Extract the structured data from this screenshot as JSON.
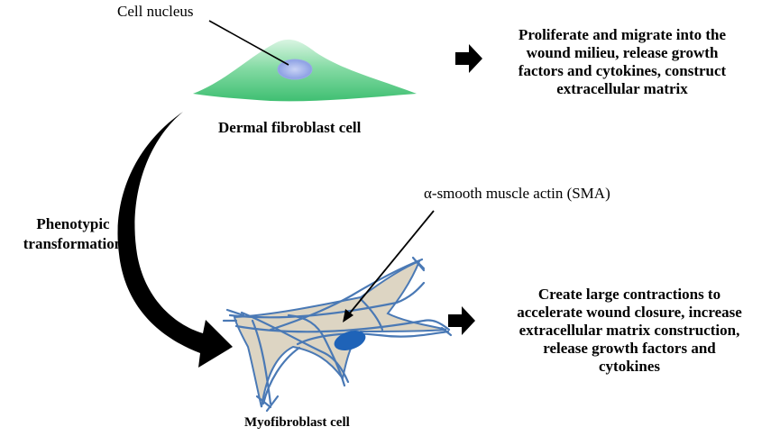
{
  "labels": {
    "cell_nucleus": "Cell nucleus",
    "dermal_fibroblast": "Dermal fibroblast cell",
    "sma": "α-smooth muscle actin (SMA)",
    "phenotypic_line1": "Phenotypic",
    "phenotypic_line2": "transformation",
    "myofibroblast": "Myofibroblast cell"
  },
  "descriptions": {
    "fibroblast": [
      "Proliferate and migrate into the",
      "wound milieu,  release growth",
      "factors and cytokines, construct",
      "extracellular matrix"
    ],
    "myofibroblast": [
      "Create large contractions to",
      "accelerate wound closure, increase",
      "extracellular matrix construction,",
      "release growth factors and",
      "cytokines"
    ]
  },
  "colors": {
    "fibroblast_body": "#5fcf8a",
    "fibroblast_highlight": "#d9f5e2",
    "nucleus_fibroblast": "#7f95e0",
    "myofibroblast_body": "#ddd5c3",
    "actin_fibers": "#4a79b5",
    "nucleus_myofibroblast": "#1f63b8",
    "arrows": "#000000"
  }
}
